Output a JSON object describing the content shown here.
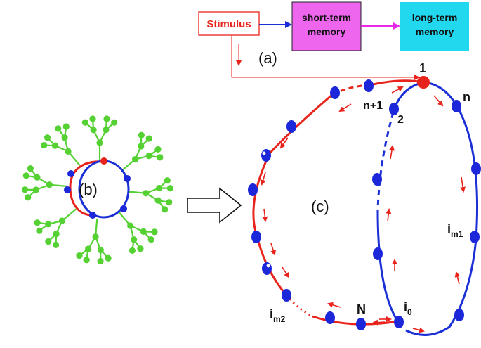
{
  "flow": {
    "stimulus": "Stimulus",
    "short_term_line1": "short-term",
    "short_term_line2": "memory",
    "long_term_line1": "long-term",
    "long_term_line2": "memory",
    "label_a": "(a)"
  },
  "panel_b": {
    "label": "(b)"
  },
  "panel_c": {
    "label": "(c)",
    "node_1": "1",
    "node_n1": "n+1",
    "node_2": "2",
    "node_n": "n",
    "node_N": "N",
    "node_i_base": "i",
    "node_i0_sub": "0",
    "node_im1_sub": "m1",
    "node_im2_sub": "m2"
  },
  "colors": {
    "red": "#e8231c",
    "blue": "#1a2fd6",
    "node_blue": "#1c27d9",
    "green": "#55d133",
    "magenta_box": "#ee66ee",
    "cyan_box": "#22d8ee",
    "arrow_magenta": "#e828e8"
  }
}
